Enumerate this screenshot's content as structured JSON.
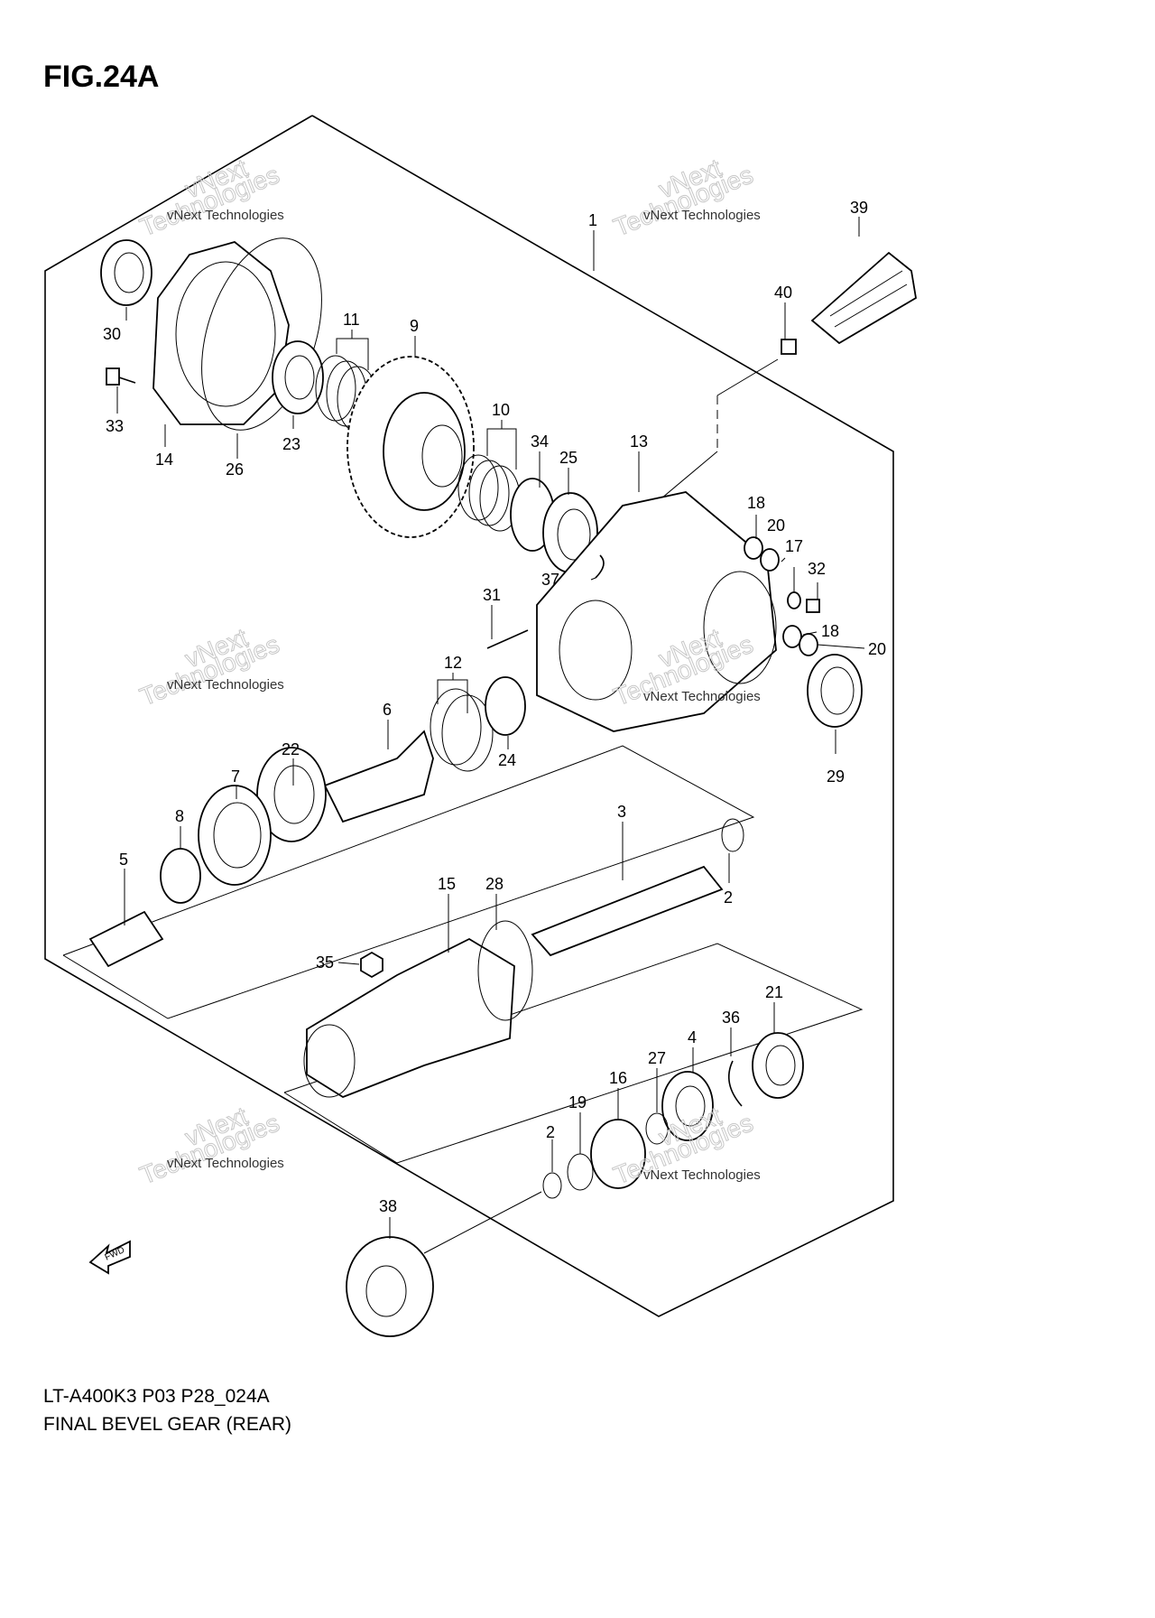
{
  "figure": {
    "title": "FIG.24A",
    "model_code": "LT-A400K3 P03 P28_024A",
    "section_name": "FINAL BEVEL GEAR (REAR)"
  },
  "watermark": {
    "line1": "vNext Technologies",
    "line2": "vNext",
    "line3": "Technologies"
  },
  "fwd_arrow": {
    "label": "FWD",
    "icon": "fwd-arrow-icon"
  },
  "callouts": [
    {
      "label": "1"
    },
    {
      "label": "2"
    },
    {
      "label": "2"
    },
    {
      "label": "3"
    },
    {
      "label": "4"
    },
    {
      "label": "5"
    },
    {
      "label": "6"
    },
    {
      "label": "7"
    },
    {
      "label": "8"
    },
    {
      "label": "9"
    },
    {
      "label": "10"
    },
    {
      "label": "11"
    },
    {
      "label": "12"
    },
    {
      "label": "13"
    },
    {
      "label": "14"
    },
    {
      "label": "15"
    },
    {
      "label": "16"
    },
    {
      "label": "17"
    },
    {
      "label": "18"
    },
    {
      "label": "18"
    },
    {
      "label": "19"
    },
    {
      "label": "20"
    },
    {
      "label": "20"
    },
    {
      "label": "21"
    },
    {
      "label": "22"
    },
    {
      "label": "23"
    },
    {
      "label": "24"
    },
    {
      "label": "25"
    },
    {
      "label": "26"
    },
    {
      "label": "27"
    },
    {
      "label": "28"
    },
    {
      "label": "29"
    },
    {
      "label": "30"
    },
    {
      "label": "31"
    },
    {
      "label": "32"
    },
    {
      "label": "33"
    },
    {
      "label": "34"
    },
    {
      "label": "35"
    },
    {
      "label": "36"
    },
    {
      "label": "37"
    },
    {
      "label": "38"
    },
    {
      "label": "39"
    },
    {
      "label": "40"
    }
  ]
}
